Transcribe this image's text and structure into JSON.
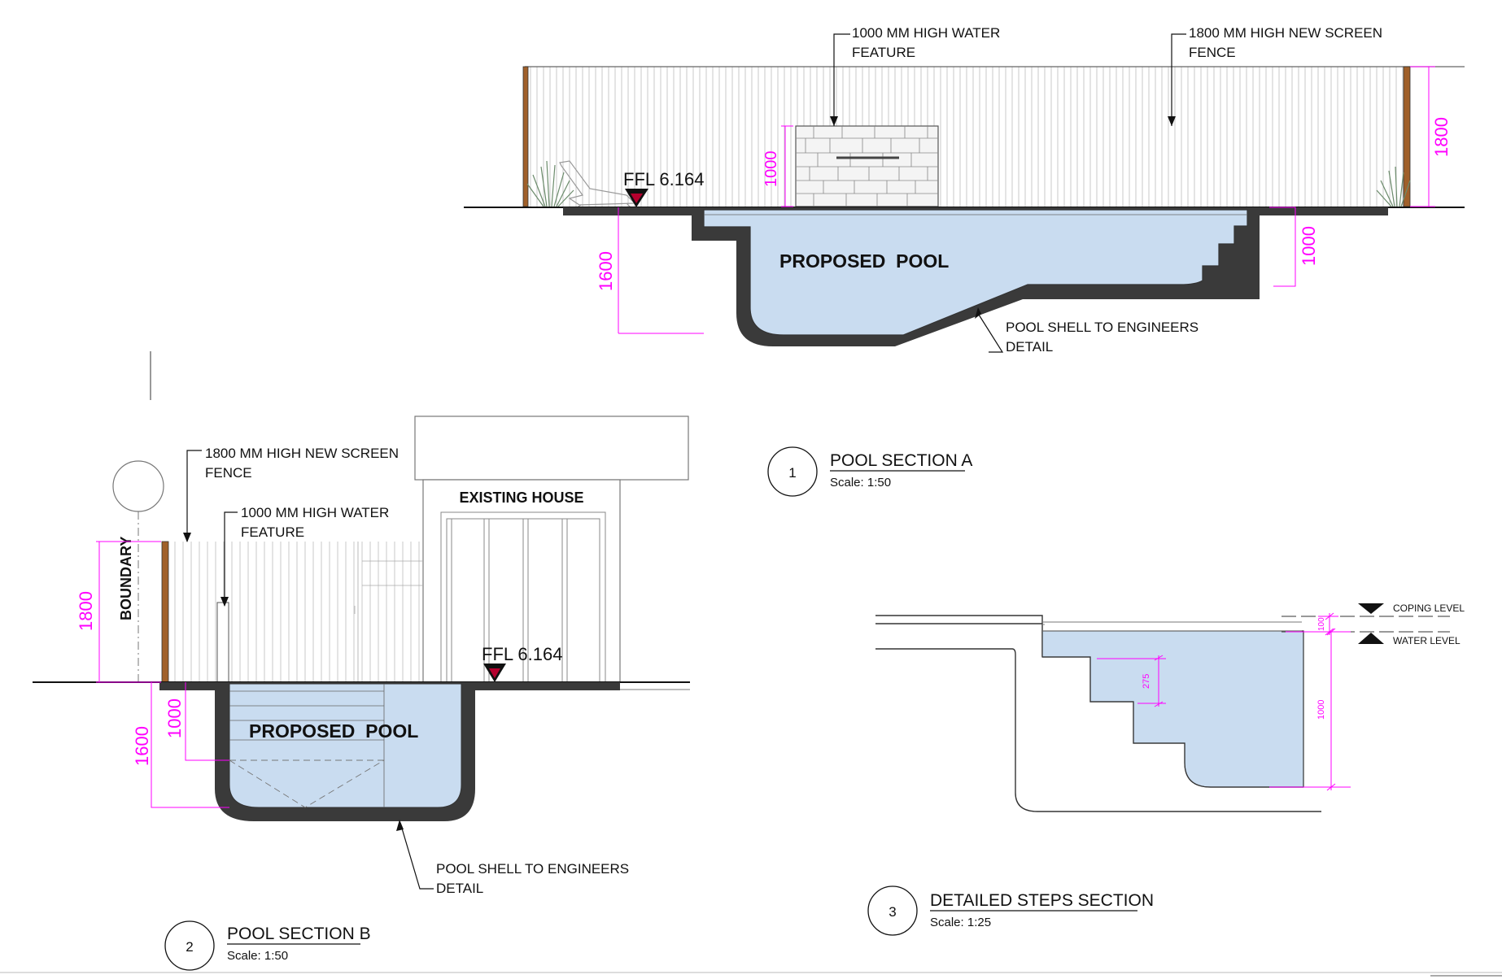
{
  "section_a": {
    "label_water_feature": [
      "1000 MM HIGH WATER",
      "FEATURE"
    ],
    "label_fence": [
      "1800 MM HIGH NEW SCREEN",
      "FENCE"
    ],
    "ffl": "FFL 6.164",
    "pool_label": "PROPOSED  POOL",
    "shell_note": [
      "POOL SHELL TO ENGINEERS",
      "DETAIL"
    ],
    "dim_water_feature": "1000",
    "dim_fence": "1800",
    "dim_depth_left": "1600",
    "dim_depth_right": "1000",
    "callout_number": "1",
    "title": "POOL SECTION A",
    "scale": "Scale: 1:50"
  },
  "section_b": {
    "label_fence": [
      "1800 MM HIGH NEW SCREEN",
      "FENCE"
    ],
    "label_water_feature": [
      "1000 MM HIGH WATER",
      "FEATURE"
    ],
    "boundary": "BOUNDARY",
    "existing_house": "EXISTING HOUSE",
    "ffl": "FFL 6.164",
    "pool_label": "PROPOSED  POOL",
    "shell_note": [
      "POOL SHELL TO ENGINEERS",
      "DETAIL"
    ],
    "dim_fence": "1800",
    "dim_depth_outer": "1600",
    "dim_depth_inner": "1000",
    "callout_number": "2",
    "title": "POOL SECTION B",
    "scale": "Scale: 1:50"
  },
  "section_c": {
    "coping_level": "COPING LEVEL",
    "water_level": "WATER LEVEL",
    "dim_100": "100",
    "dim_275": "275",
    "dim_1000": "1000",
    "callout_number": "3",
    "title": "DETAILED STEPS SECTION",
    "scale": "Scale: 1:25"
  },
  "colors": {
    "pool_water": "#c9dcf0",
    "pool_shell": "#3a3a3a",
    "dimension": "#ff00ff",
    "timber_post": "#a0602a"
  }
}
